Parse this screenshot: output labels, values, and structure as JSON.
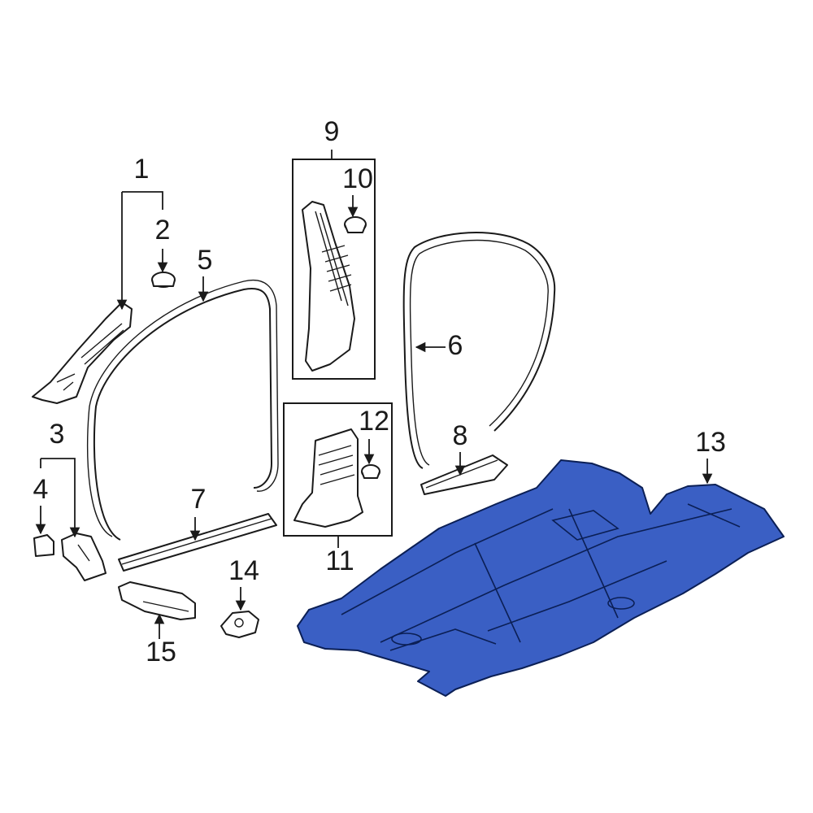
{
  "callouts": [
    {
      "id": "1",
      "label": "1"
    },
    {
      "id": "2",
      "label": "2"
    },
    {
      "id": "3",
      "label": "3"
    },
    {
      "id": "4",
      "label": "4"
    },
    {
      "id": "5",
      "label": "5"
    },
    {
      "id": "6",
      "label": "6"
    },
    {
      "id": "7",
      "label": "7"
    },
    {
      "id": "8",
      "label": "8"
    },
    {
      "id": "9",
      "label": "9"
    },
    {
      "id": "10",
      "label": "10"
    },
    {
      "id": "11",
      "label": "11"
    },
    {
      "id": "12",
      "label": "12"
    },
    {
      "id": "13",
      "label": "13"
    },
    {
      "id": "14",
      "label": "14"
    },
    {
      "id": "15",
      "label": "15"
    }
  ],
  "colors": {
    "line": "#1a1a1a",
    "highlight": "#3a5fc4",
    "background": "#ffffff"
  },
  "highlighted_part": "13"
}
